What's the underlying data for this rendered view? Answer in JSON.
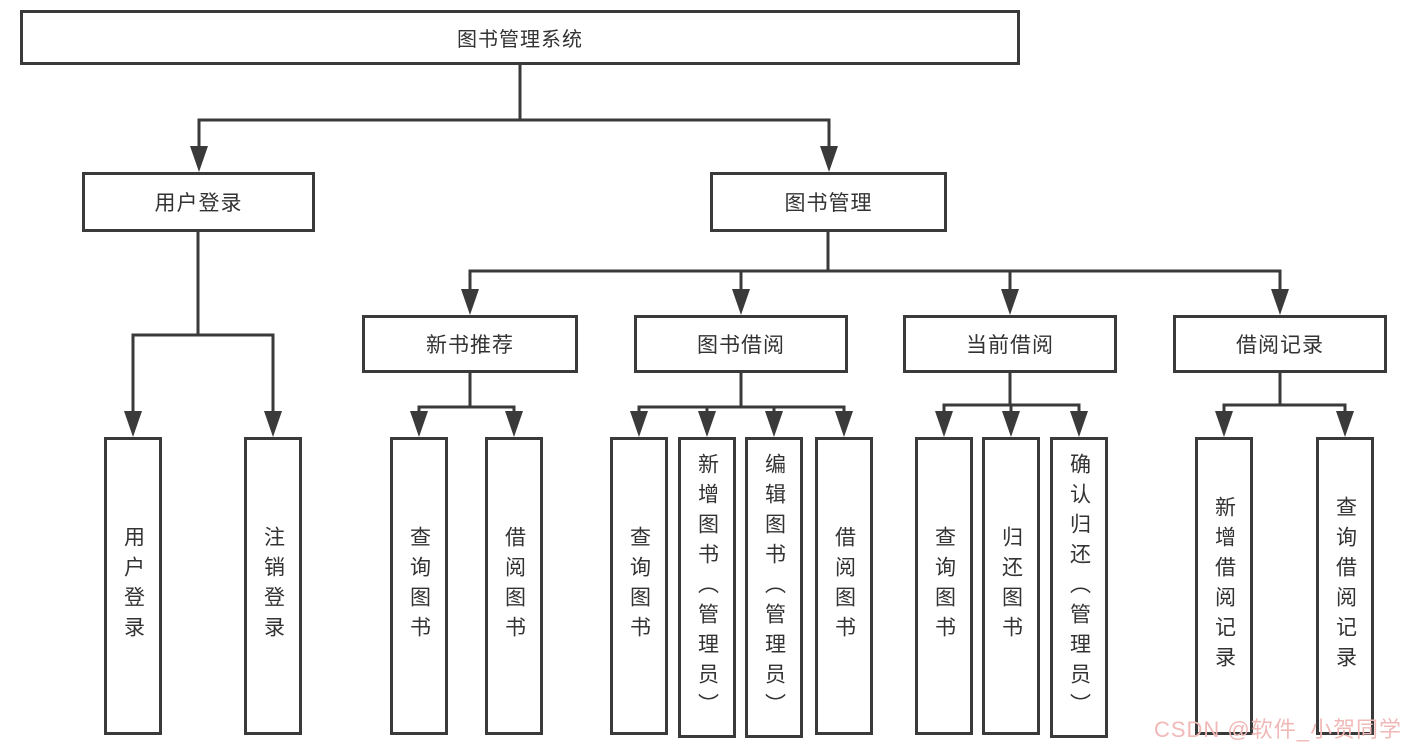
{
  "diagram": {
    "type": "hierarchy-tree",
    "tree": {
      "label": "图书管理系统",
      "children": [
        {
          "label": "用户登录",
          "children": [
            {
              "label": "用户登录"
            },
            {
              "label": "注销登录"
            }
          ]
        },
        {
          "label": "图书管理",
          "children": [
            {
              "label": "新书推荐",
              "children": [
                {
                  "label": "查询图书"
                },
                {
                  "label": "借阅图书"
                }
              ]
            },
            {
              "label": "图书借阅",
              "children": [
                {
                  "label": "查询图书"
                },
                {
                  "label": "新增图书（管理员）"
                },
                {
                  "label": "编辑图书（管理员）"
                },
                {
                  "label": "借阅图书"
                }
              ]
            },
            {
              "label": "当前借阅",
              "children": [
                {
                  "label": "查询图书"
                },
                {
                  "label": "归还图书"
                },
                {
                  "label": "确认归还（管理员）"
                }
              ]
            },
            {
              "label": "借阅记录",
              "children": [
                {
                  "label": "新增借阅记录"
                },
                {
                  "label": "查询借阅记录"
                }
              ]
            }
          ]
        }
      ]
    }
  },
  "watermark": {
    "text": "CSDN @软件_小贺同学",
    "color": "#f0b9b7"
  },
  "colors": {
    "line": "#3a3a3a",
    "node_border": "#3a3a3a",
    "node_text": "#333333",
    "background": "#ffffff"
  }
}
